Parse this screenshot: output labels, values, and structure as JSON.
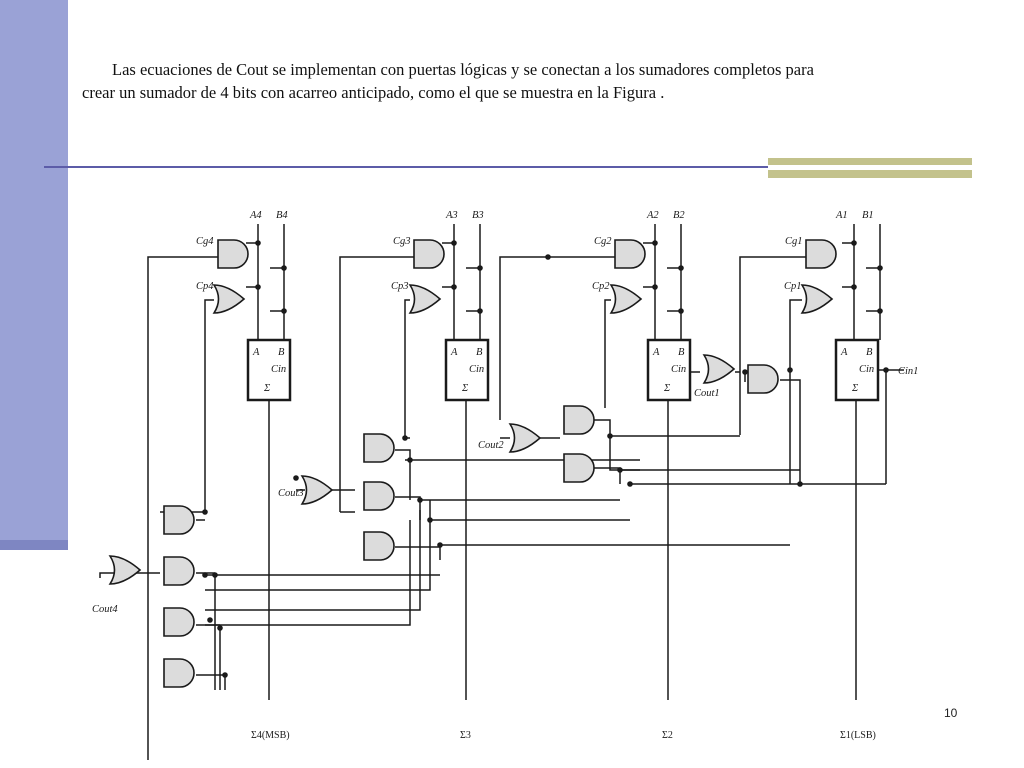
{
  "slide": {
    "text_line1": "Las ecuaciones de Cout se implementan con puertas lógicas y se conectan a los sumadores completos para",
    "text_line2": "crear un sumador de 4 bits con acarreo anticipado, como el que se muestra en la Figura .",
    "page_number": "10"
  },
  "diagram": {
    "inputs": [
      {
        "a": "A4",
        "b": "B4"
      },
      {
        "a": "A3",
        "b": "B3"
      },
      {
        "a": "A2",
        "b": "B2"
      },
      {
        "a": "A1",
        "b": "B1"
      }
    ],
    "gate_labels": [
      {
        "g": "Cg4",
        "p": "Cp4"
      },
      {
        "g": "Cg3",
        "p": "Cp3"
      },
      {
        "g": "Cg2",
        "p": "Cp2"
      },
      {
        "g": "Cg1",
        "p": "Cp1"
      }
    ],
    "adder": {
      "a": "A",
      "b": "B",
      "cin": "Cin",
      "sum": "Σ"
    },
    "carry_in": "Cin1",
    "carries": {
      "cout1": "Cout1",
      "cout2": "Cout2",
      "cout3": "Cout3",
      "cout4": "Cout4"
    },
    "outputs": [
      "Σ4(MSB)",
      "Σ3",
      "Σ2",
      "Σ1(LSB)"
    ]
  }
}
